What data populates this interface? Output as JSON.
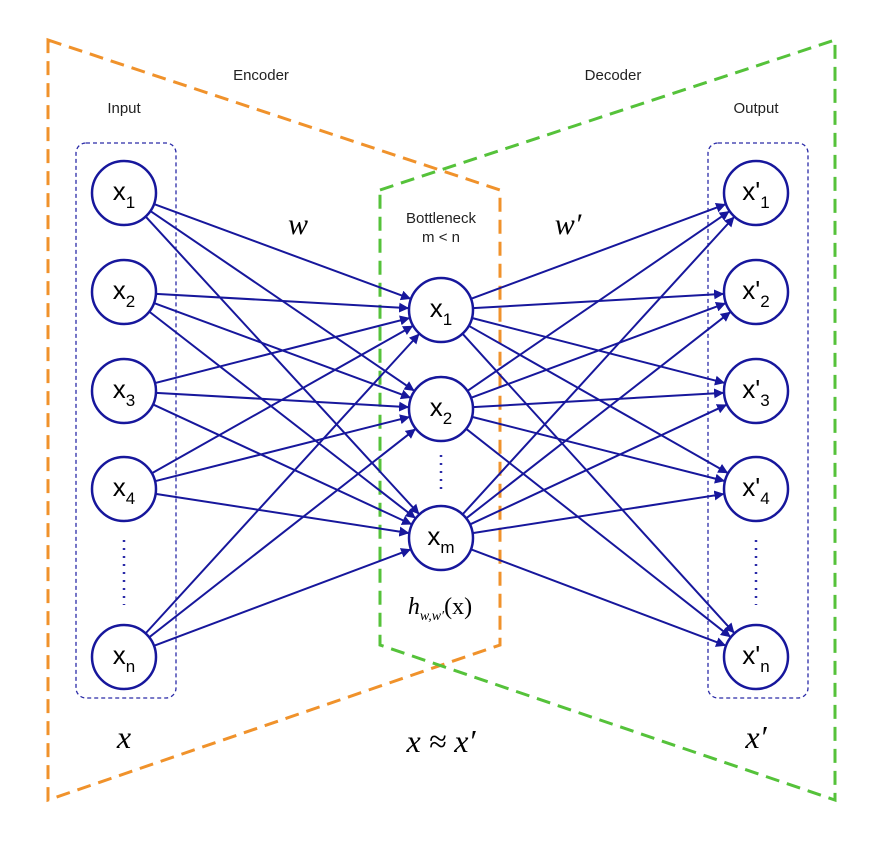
{
  "colors": {
    "encoder": "#F0922B",
    "decoder": "#55C23A",
    "nodes": "#17179C",
    "group_box": "#2B2BA8"
  },
  "labels": {
    "encoder": "Encoder",
    "decoder": "Decoder",
    "input": "Input",
    "output": "Output",
    "bottleneck": "Bottleneck",
    "bottleneck_condition": "m < n",
    "weight_encoder": "w",
    "weight_decoder": "w′",
    "hidden_fn_main": "h",
    "hidden_fn_sub": "w,w′",
    "hidden_fn_arg": "(x)",
    "input_symbol": "x",
    "output_symbol": "x′",
    "approx": "x ≈ x′"
  },
  "input_nodes": [
    {
      "base": "x",
      "sub": "1"
    },
    {
      "base": "x",
      "sub": "2"
    },
    {
      "base": "x",
      "sub": "3"
    },
    {
      "base": "x",
      "sub": "4"
    },
    {
      "base": "x",
      "sub": "n"
    }
  ],
  "bottleneck_nodes": [
    {
      "base": "x",
      "sub": "1"
    },
    {
      "base": "x",
      "sub": "2"
    },
    {
      "base": "x",
      "sub": "m"
    }
  ],
  "output_nodes": [
    {
      "base": "x'",
      "sub": "1"
    },
    {
      "base": "x'",
      "sub": "2"
    },
    {
      "base": "x'",
      "sub": "3"
    },
    {
      "base": "x'",
      "sub": "4"
    },
    {
      "base": "x'",
      "sub": "n"
    }
  ]
}
